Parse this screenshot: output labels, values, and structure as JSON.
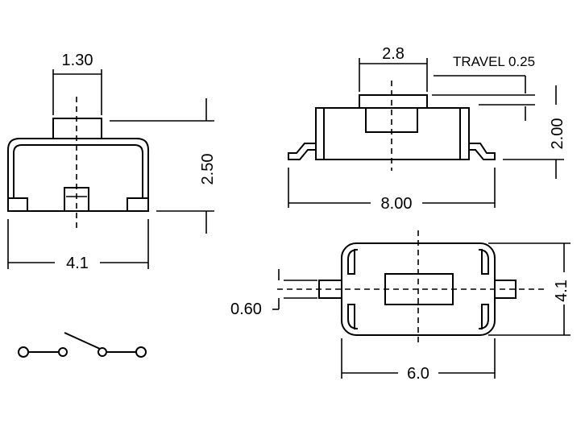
{
  "labels": {
    "front_width_top": "1.30",
    "front_height": "2.50",
    "front_width": "4.1",
    "side_actuator_width": "2.8",
    "travel": "TRAVEL 0.25",
    "side_height": "2.00",
    "side_length": "8.00",
    "top_terminal": "0.60",
    "top_height": "4.1",
    "top_width": "6.0"
  }
}
